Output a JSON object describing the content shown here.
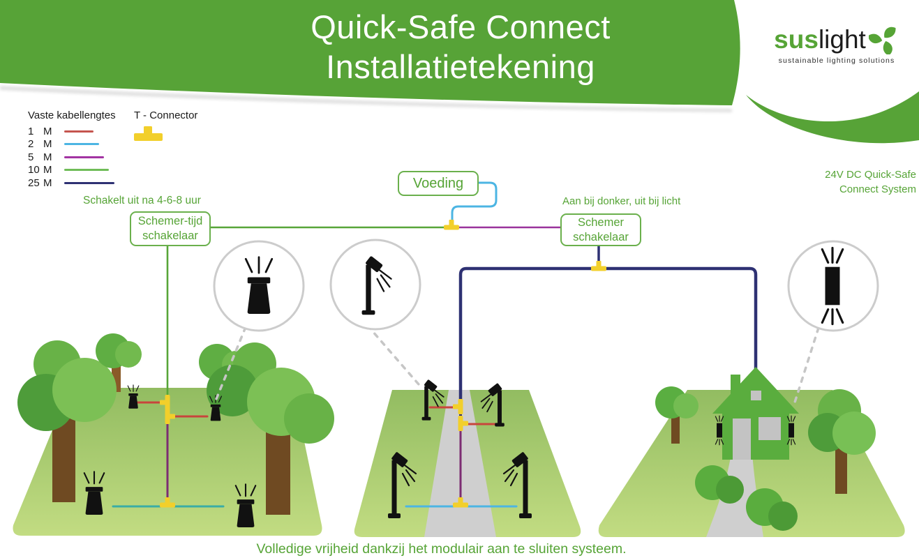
{
  "header": {
    "title_line1": "Quick-Safe Connect",
    "title_line2": "Installatietekening"
  },
  "logo": {
    "brand_green_part": "sus",
    "brand_dark_part": "light",
    "tagline": "sustainable lighting solutions"
  },
  "legend": {
    "title": "Vaste kabellengtes",
    "t_connector_label": "T - Connector",
    "items": [
      {
        "length": "1",
        "unit": "M",
        "color": "#c5554f",
        "width": 42
      },
      {
        "length": "2",
        "unit": "M",
        "color": "#4cb5e3",
        "width": 50
      },
      {
        "length": "5",
        "unit": "M",
        "color": "#a233a2",
        "width": 57
      },
      {
        "length": "10",
        "unit": "M",
        "color": "#6fbc58",
        "width": 64
      },
      {
        "length": "25",
        "unit": "M",
        "color": "#2e3173",
        "width": 72
      }
    ]
  },
  "labels": {
    "power_supply": "Voeding",
    "timer_note": "Schakelt uit na 4-6-8 uur",
    "timer_switch_line1": "Schemer-tijd",
    "timer_switch_line2": "schakelaar",
    "dusk_note": "Aan bij donker, uit bij licht",
    "dusk_switch_line1": "Schemer",
    "dusk_switch_line2": "schakelaar",
    "system_line1": "24V DC Quick-Safe",
    "system_line2": "Connect System",
    "caption": "Volledige vrijheid dankzij het modulair aan te sluiten systeem."
  },
  "colors": {
    "brand_green": "#57a337",
    "text_green": "#56a436",
    "box_border": "#6ab04c",
    "cable_1m_red": "#c8453c",
    "cable_2m_blue": "#4cb5e3",
    "cable_2m_teal": "#3aada5",
    "cable_5m_purple": "#99339b",
    "cable_scene_purple": "#7c2d72",
    "cable_10m_green": "#57a538",
    "cable_25m_navy": "#2e3173",
    "connector_yellow": "#f2cf2b",
    "callout_gray": "#c9c9c9"
  }
}
